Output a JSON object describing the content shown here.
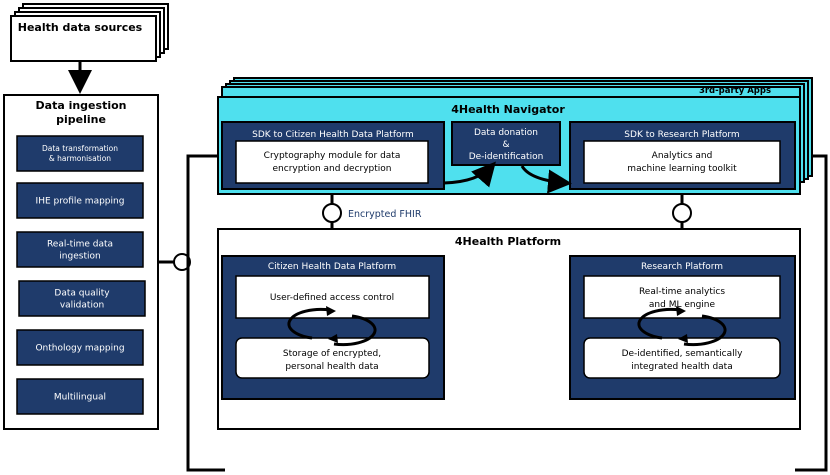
{
  "sources": {
    "title": "Health data sources"
  },
  "pipeline": {
    "title_line1": "Data ingestion",
    "title_line2": "pipeline",
    "steps": [
      {
        "lines": [
          "Data transformation",
          "& harmonisation"
        ]
      },
      {
        "lines": [
          "IHE profile mapping"
        ]
      },
      {
        "lines": [
          "Real-time data",
          "ingestion"
        ]
      },
      {
        "lines": [
          "Data quality",
          "validation"
        ]
      },
      {
        "lines": [
          "Onthology mapping"
        ]
      },
      {
        "lines": [
          "Multilingual"
        ]
      }
    ]
  },
  "navigator": {
    "title": "4Health Navigator",
    "third_party": "3rd-party Apps",
    "sdk_citizen": {
      "title": "SDK to Citizen Health Data Platform",
      "module_line1": "Cryptography module for data",
      "module_line2": "encryption and decryption"
    },
    "donation": {
      "line1": "Data donation",
      "line2": "&",
      "line3": "De-identification"
    },
    "sdk_research": {
      "title": "SDK to Research Platform",
      "module_line1": "Analytics and",
      "module_line2": "machine learning toolkit"
    }
  },
  "connector_label": "Encrypted FHIR",
  "platform": {
    "title": "4Health Platform",
    "citizen": {
      "title": "Citizen Health Data Platform",
      "access": "User-defined access control",
      "storage_line1": "Storage of encrypted,",
      "storage_line2": "personal health data"
    },
    "research": {
      "title": "Research Platform",
      "engine_line1": "Real-time analytics",
      "engine_line2": "and ML engine",
      "data_line1": "De-identified, semantically",
      "data_line2": "integrated health data"
    }
  },
  "colors": {
    "navy": "#1f3b6b",
    "cyan": "#4fe0ee",
    "connector_text": "#1f3b6b",
    "ink": "#000000"
  }
}
